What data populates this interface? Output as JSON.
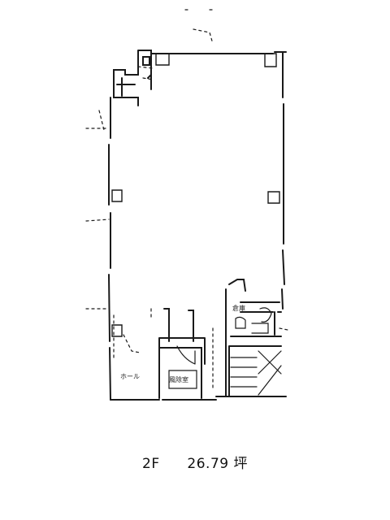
{
  "floorplan": {
    "floor": "2F",
    "area": "26.79 坪",
    "labels": {
      "hall": "ホール",
      "lounge": "風除室",
      "storage": "倉庫"
    }
  },
  "colors": {
    "line": "#1a1a1a",
    "background": "#ffffff"
  }
}
